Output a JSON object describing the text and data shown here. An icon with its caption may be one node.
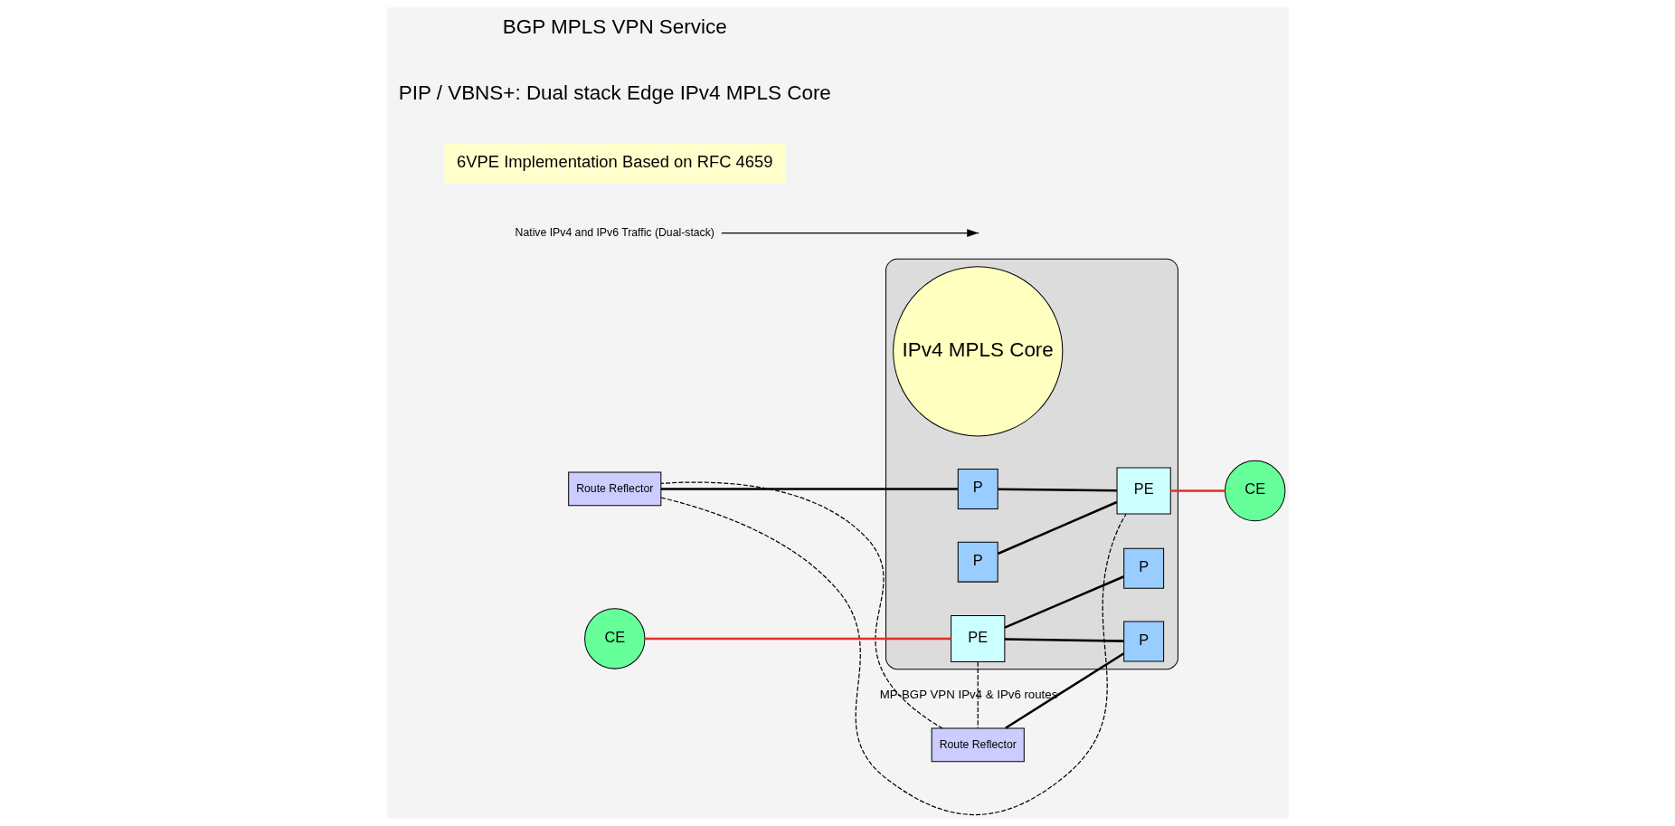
{
  "diagram": {
    "nodes": [
      {
        "text": [],
        "shape": "ellipse"
      },
      {
        "text": [
          "IPv4 MPLS Core"
        ],
        "in": 0
      },
      {
        "text": [
          "Route Reflector"
        ]
      },
      {
        "text": [
          "Route Reflector"
        ]
      },
      {
        "text": [
          "CE"
        ]
      },
      {
        "text": [
          "PE"
        ],
        "in": 0
      },
      {
        "text": [
          "P"
        ],
        "in": 0
      },
      {
        "text": [
          "P"
        ],
        "in": 0
      },
      {
        "text": [
          "P"
        ],
        "in": 0
      },
      {
        "text": [
          "P"
        ],
        "in": 0
      },
      {
        "text": [
          "PE"
        ],
        "in": 0
      },
      {
        "text": [
          "CE"
        ]
      },
      {
        "text": [
          "Native IPv4 and IPv6 Traffic (Dual-stack)"
        ]
      },
      {
        "text": [
          "6VPE Implementation Based on RFC 4659"
        ]
      }
    ],
    "edges": [
      {
        "from": 4,
        "to": 5,
        "arrow": "none",
        "color": "#e03020"
      },
      {
        "from": 5,
        "to": 6,
        "arrow": "none"
      },
      {
        "from": 5,
        "to": 7,
        "arrow": "none"
      },
      {
        "from": 2,
        "to": 6,
        "arrow": "none"
      },
      {
        "from": 3,
        "to": 8,
        "arrow": "none"
      },
      {
        "from": 8,
        "to": 10,
        "arrow": "none"
      },
      {
        "from": 9,
        "to": 10,
        "arrow": "none"
      },
      {
        "from": 10,
        "to": 11,
        "arrow": "none",
        "color": "#e03020"
      },
      {
        "from": 5,
        "to": 2,
        "arrow": "none",
        "style": "dashed",
        "label": "MP-BGP VPN IPv4 & IPv6 routes"
      },
      {
        "from": 2,
        "to": 3,
        "arrow": "none",
        "style": "dashed"
      },
      {
        "from": 3,
        "to": 10,
        "arrow": "none",
        "style": "dashed"
      },
      {
        "from": 12,
        "to": null,
        "arrow": "to"
      }
    ],
    "labels": [
      "PIP / VBNS+: Dual stack Edge IPv4 MPLS Core",
      "BGP MPLS VPN Service"
    ]
  }
}
